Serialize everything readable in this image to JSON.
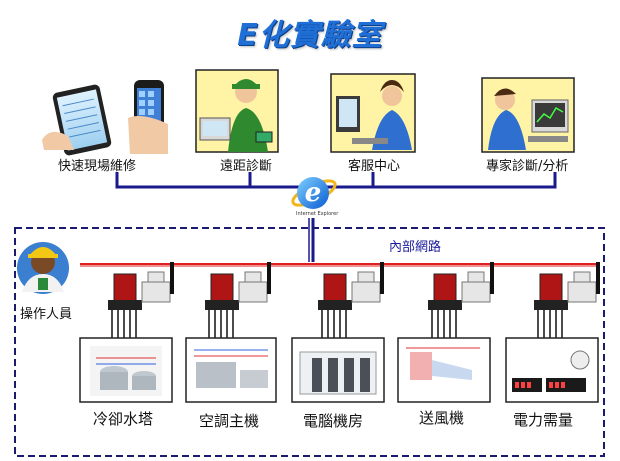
{
  "title": "E化實驗室",
  "top_nodes": [
    {
      "label": "快速現場維修",
      "icon": "tablet-phone-icon"
    },
    {
      "label": "遠距診斷",
      "icon": "phone-operator-icon"
    },
    {
      "label": "客服中心",
      "icon": "headset-operator-icon"
    },
    {
      "label": "專家診斷/分析",
      "icon": "expert-computer-icon"
    }
  ],
  "hub": {
    "label": "Internet Explorer",
    "icon": "internet-explorer-icon"
  },
  "network_label": "內部網路",
  "operator": {
    "label": "操作人員",
    "icon": "engineer-avatar-icon"
  },
  "equipment": [
    {
      "label": "冷卻水塔",
      "icon": "cooling-tower-icon"
    },
    {
      "label": "空調主機",
      "icon": "ac-chiller-icon"
    },
    {
      "label": "電腦機房",
      "icon": "server-room-icon"
    },
    {
      "label": "送風機",
      "icon": "blower-fan-icon"
    },
    {
      "label": "電力需量",
      "icon": "power-meter-icon"
    }
  ],
  "colors": {
    "title": "#1f6fd6",
    "link": "#1a1a8c",
    "network_line": "#e02020",
    "dashed_box": "#1a1a6e"
  }
}
